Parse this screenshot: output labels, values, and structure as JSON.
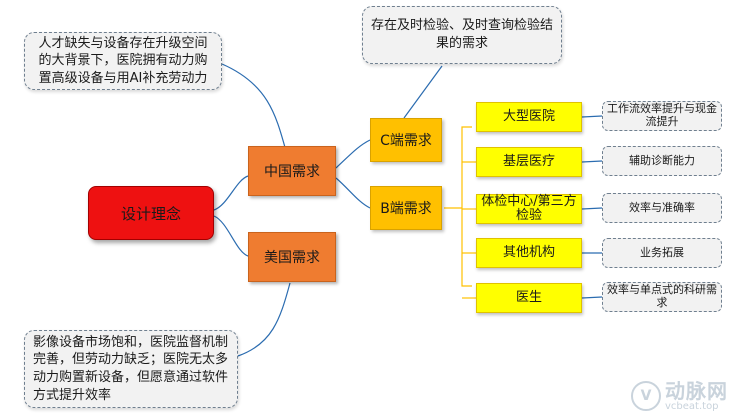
{
  "root": {
    "label": "设计理念"
  },
  "china": {
    "label": "中国需求",
    "note": "人才缺失与设备存在升级空间的大背景下，医院拥有动力购置高级设备与用AI补充劳动力"
  },
  "usa": {
    "label": "美国需求",
    "note": "影像设备市场饱和，医院监督机制完善，但劳动力缺乏；医院无太多动力购置新设备，但愿意通过软件方式提升效率"
  },
  "c_end": {
    "label": "C端需求",
    "note": "存在及时检验、及时查询检验结果的需求"
  },
  "b_end": {
    "label": "B端需求",
    "items": [
      {
        "label": "大型医院",
        "need": "工作流效率提升与现金流提升"
      },
      {
        "label": "基层医疗",
        "need": "辅助诊断能力"
      },
      {
        "label": "体检中心/第三方检验",
        "need": "效率与准确率"
      },
      {
        "label": "其他机构",
        "need": "业务拓展"
      },
      {
        "label": "医生",
        "need": "效率与单点式的科研需求"
      }
    ]
  },
  "watermark": {
    "cn": "动脉网",
    "en": "vcbeat.top",
    "glyph": "V"
  },
  "colors": {
    "root": "#ee1111",
    "level1": "#ef7c30",
    "level2": "#ffc000",
    "level3": "#ffff00",
    "link": "#1f6fb5",
    "bracket": "#ffc000"
  }
}
